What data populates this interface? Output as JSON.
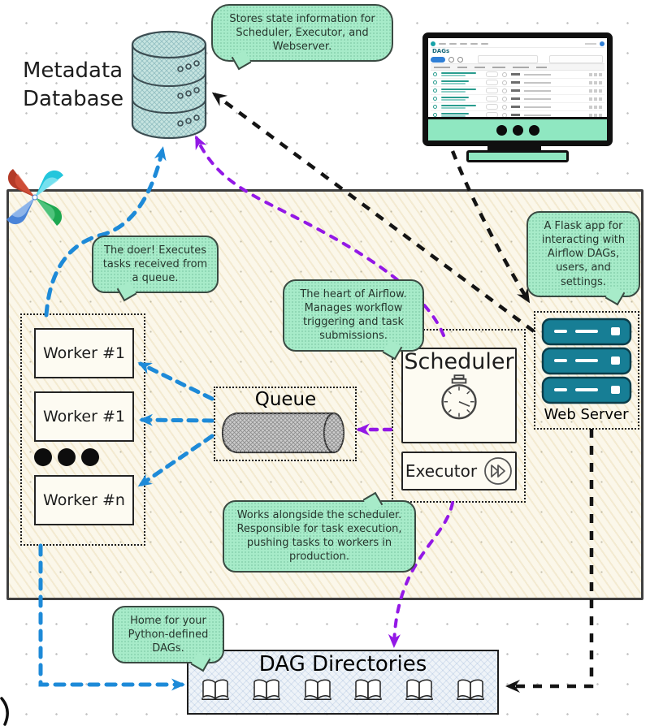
{
  "labels": {
    "metadata_db": "Metadata Database",
    "queue": "Queue",
    "scheduler": "Scheduler",
    "executor": "Executor",
    "web_server": "Web Server",
    "dag_directories": "DAG Directories",
    "worker_1": "Worker #1",
    "worker_2": "Worker #1",
    "worker_n": "Worker #n"
  },
  "bubbles": {
    "stores": "Stores state information for Scheduler, Executor, and Webserver.",
    "doer": "The doer! Executes tasks received from a queue.",
    "heart": "The heart of Airflow. Manages workflow triggering and task submissions.",
    "flask": "A Flask app for interacting with Airflow DAGs, users, and settings.",
    "works": "Works alongside the scheduler. Responsible for task execution, pushing tasks to workers in production.",
    "home": "Home for your Python-defined DAGs."
  },
  "monitor": {
    "screen_title": "DAGs"
  },
  "colors": {
    "arrow_blue": "#1d8ad8",
    "arrow_purple": "#9318e6",
    "arrow_black": "#141414",
    "bubble_mint": "#a7ebc9",
    "server_teal": "#177e95",
    "box_cream": "#fbf7ea",
    "db_fill": "#c6e4e0",
    "queue_fill": "#cccccc",
    "dag_fill": "#eef3f8",
    "monitor_mint": "#8fe7c1"
  }
}
